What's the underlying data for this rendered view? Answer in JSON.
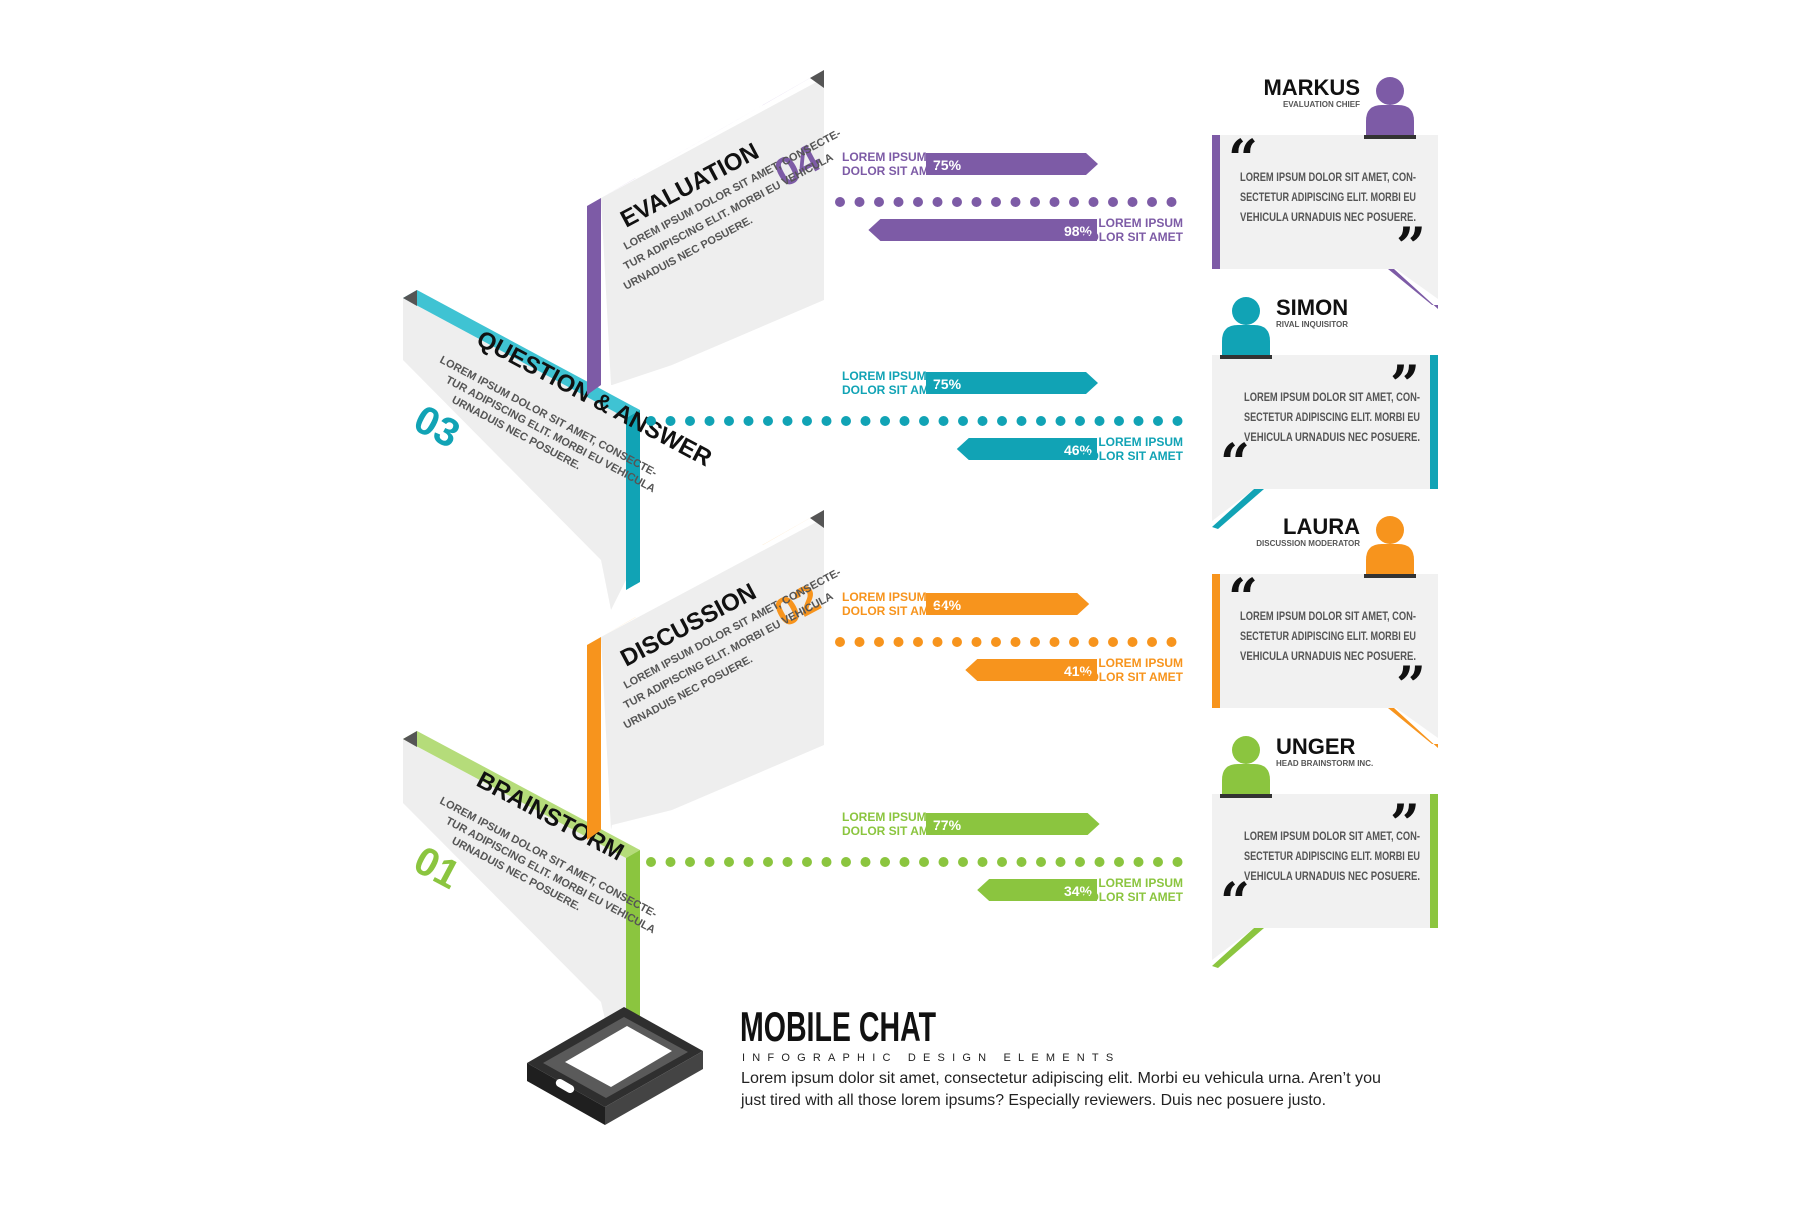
{
  "stages": [
    {
      "num": "01",
      "title": "BRAINSTORM",
      "text": [
        "LOREM IPSUM DOLOR SIT AMET, CONSECTE-",
        "TUR ADIPISCING ELIT. MORBI EU VEHICULA",
        "URNADUIS NEC POSUERE."
      ],
      "color": "#8bc53f",
      "dark": "#6fa52a",
      "light": "#b5dc7a"
    },
    {
      "num": "02",
      "title": "DISCUSSION",
      "text": [
        "LOREM IPSUM DOLOR SIT AMET, CONSECTE-",
        "TUR ADIPISCING ELIT. MORBI EU VEHICULA",
        "URNADUIS NEC POSUERE."
      ],
      "color": "#f7941d",
      "dark": "#ef6c0f",
      "light": "#fbb550"
    },
    {
      "num": "03",
      "title": "QUESTION & ANSWER",
      "text": [
        "LOREM IPSUM DOLOR SIT AMET, CONSECTE-",
        "TUR ADIPISCING ELIT. MORBI EU VEHICULA",
        "URNADUIS NEC POSUERE."
      ],
      "color": "#11a3b5",
      "dark": "#0b8596",
      "light": "#3fc3d3"
    },
    {
      "num": "04",
      "title": "EVALUATION",
      "text": [
        "LOREM IPSUM DOLOR SIT AMET, CONSECTE-",
        "TUR ADIPISCING ELIT. MORBI EU VEHICULA",
        "URNADUIS NEC POSUERE."
      ],
      "color": "#7d5ba6",
      "dark": "#5e3f8a",
      "light": "#a98bcb"
    }
  ],
  "bars": [
    {
      "label1": "LOREM IPSUM",
      "label2": "DOLOR SIT AMET",
      "top_value": 77,
      "bottom_value": 34,
      "top_text": "77%",
      "bottom_text": "34%"
    },
    {
      "label1": "LOREM IPSUM",
      "label2": "DOLOR SIT AMET",
      "top_value": 64,
      "bottom_value": 41,
      "top_text": "64%",
      "bottom_text": "41%"
    },
    {
      "label1": "LOREM IPSUM",
      "label2": "DOLOR SIT AMET",
      "top_value": 75,
      "bottom_value": 46,
      "top_text": "75%",
      "bottom_text": "46%"
    },
    {
      "label1": "LOREM IPSUM",
      "label2": "DOLOR SIT AMET",
      "top_value": 75,
      "bottom_value": 98,
      "top_text": "75%",
      "bottom_text": "98%"
    }
  ],
  "people": [
    {
      "name": "UNGER",
      "role": "HEAD BRAINSTORM INC.",
      "quote": [
        "LOREM IPSUM DOLOR SIT AMET, CON-",
        "SECTETUR ADIPISCING ELIT. MORBI EU",
        "VEHICULA URNADUIS NEC POSUERE."
      ]
    },
    {
      "name": "LAURA",
      "role": "DISCUSSION MODERATOR",
      "quote": [
        "LOREM IPSUM DOLOR SIT AMET, CON-",
        "SECTETUR ADIPISCING ELIT. MORBI EU",
        "VEHICULA URNADUIS NEC POSUERE."
      ]
    },
    {
      "name": "SIMON",
      "role": "RIVAL INQUISITOR",
      "quote": [
        "LOREM IPSUM DOLOR SIT AMET, CON-",
        "SECTETUR ADIPISCING ELIT. MORBI EU",
        "VEHICULA URNADUIS NEC POSUERE."
      ]
    },
    {
      "name": "MARKUS",
      "role": "EVALUATION CHIEF",
      "quote": [
        "LOREM IPSUM DOLOR SIT AMET, CON-",
        "SECTETUR ADIPISCING ELIT. MORBI EU",
        "VEHICULA URNADUIS NEC POSUERE."
      ]
    }
  ],
  "footer": {
    "title": "MOBILE CHAT",
    "subtitle": "INFOGRAPHIC DESIGN ELEMENTS",
    "body1": "Lorem ipsum dolor sit amet, consectetur adipiscing elit. Morbi eu vehicula urna. Aren’t you",
    "body2": "just tired with all those lorem ipsums? Especially reviewers. Duis nec posuere justo."
  },
  "icons": {
    "phone": "smartphone-icon",
    "person": "user-icon",
    "quote": "quote-mark-icon"
  }
}
